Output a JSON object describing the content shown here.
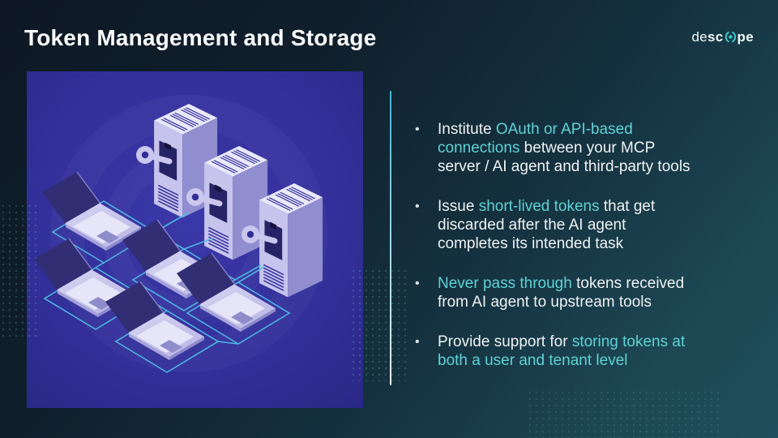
{
  "slide": {
    "title": "Token Management and Storage"
  },
  "logo": {
    "part1": "de",
    "part2": "sc",
    "part3": "pe",
    "accent_color": "#3ec9cf"
  },
  "bullets": {
    "marker": "•",
    "text_color": "#eef2f3",
    "highlight_color": "#5fd3d6",
    "items": [
      {
        "segments": [
          {
            "text": "Institute ",
            "highlight": false
          },
          {
            "text": "OAuth or API-based\nconnections",
            "highlight": true
          },
          {
            "text": " between your MCP\nserver / AI agent and third-party tools",
            "highlight": false
          }
        ]
      },
      {
        "segments": [
          {
            "text": "Issue ",
            "highlight": false
          },
          {
            "text": "short-lived tokens",
            "highlight": true
          },
          {
            "text": " that get\ndiscarded after the AI agent\ncompletes its intended task",
            "highlight": false
          }
        ]
      },
      {
        "segments": [
          {
            "text": "Never pass through",
            "highlight": true
          },
          {
            "text": " tokens received\nfrom AI agent to upstream tools",
            "highlight": false
          }
        ]
      },
      {
        "segments": [
          {
            "text": "Provide support for ",
            "highlight": false
          },
          {
            "text": "storing tokens at\nboth a user and tenant level",
            "highlight": true
          }
        ]
      }
    ]
  },
  "illustration": {
    "alt": "Isometric network of three key-locked servers connected to five laptops",
    "background_color": "#312e96",
    "connection_color": "#4fc0e4"
  },
  "background": {
    "top_left": "#0d1824",
    "bottom_right": "#1f4f5c"
  },
  "divider": {
    "top_color": "#45b6d6",
    "bottom_color": "#eef6f7"
  }
}
